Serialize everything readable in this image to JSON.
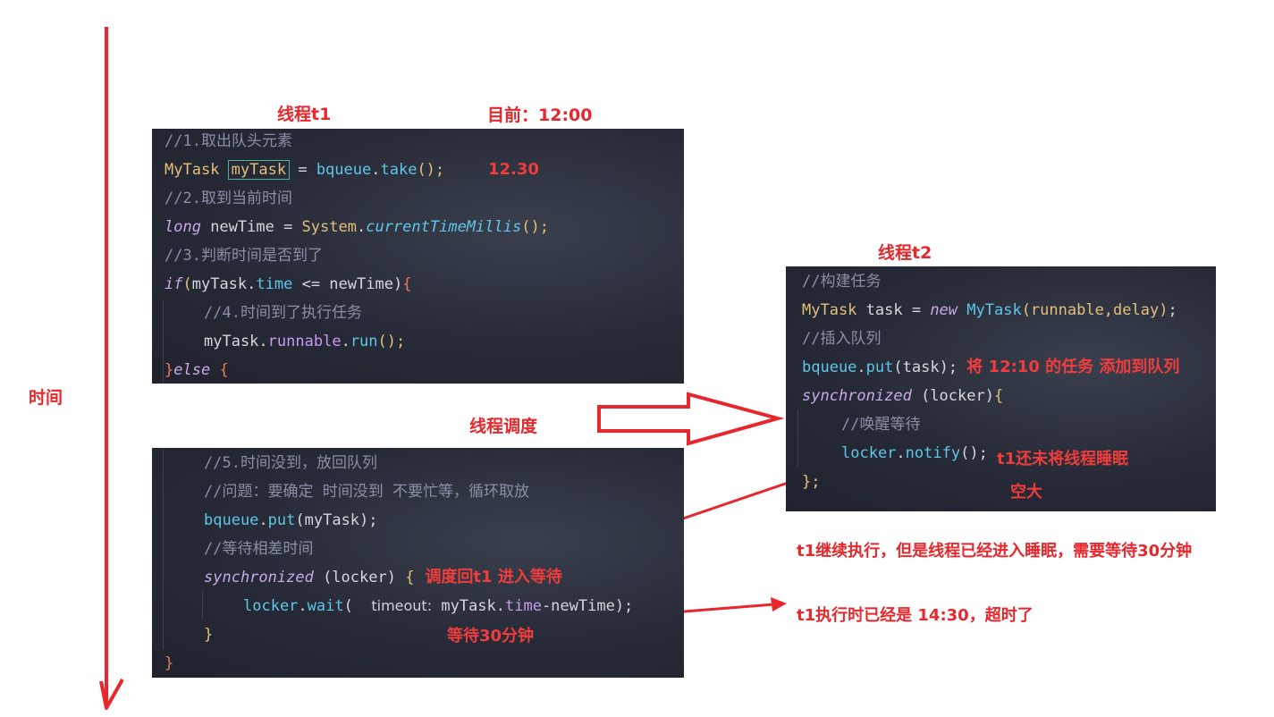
{
  "labels": {
    "thread_t1": "线程t1",
    "now": "目前：12:00",
    "t1_time": "12.30",
    "thread_t2": "线程t2",
    "axis_time": "时间",
    "schedule": "线程调度",
    "back_to_t1": "调度回t1 进入等待",
    "wait30": "等待30分钟",
    "add_task": "将 12:10 的任务 添加到队列",
    "not_sleeping": "t1还未将线程睡眠",
    "empty": "空大",
    "t1_continue": "t1继续执行，但是线程已经进入睡眠，需要等待30分钟",
    "t1_timeout": "t1执行时已经是 14:30，超时了"
  },
  "code_t1_top": {
    "c1": "//1.取出队头元素",
    "l2_type": "MyTask",
    "l2_var": "myTask",
    "l2_eq": " = ",
    "l2_obj": "bqueue",
    "l2_dot": ".",
    "l2_fn": "take",
    "l2_end": "();",
    "c3": "//2.取到当前时间",
    "l4_kw": "long",
    "l4_var": " newTime = ",
    "l4_cls": "System",
    "l4_dot": ".",
    "l4_fn": "currentTimeMillis",
    "l4_end": "();",
    "c5": "//3.判断时间是否到了",
    "l6_kw": "if",
    "l6_open": "(",
    "l6_obj": "myTask",
    "l6_dot": ".",
    "l6_field": "time",
    "l6_mid": " <= newTime)",
    "l6_brace": "{",
    "c7": "//4.时间到了执行任务",
    "l8_obj": "myTask",
    "l8_dot": ".",
    "l8_field": "runnable",
    "l8_dot2": ".",
    "l8_fn": "run",
    "l8_end": "();",
    "l9_brace": "}",
    "l9_kw": "else",
    "l9_brace2": " {"
  },
  "code_t1_bottom": {
    "c1": "//5.时间没到，放回队列",
    "c2": "//问题：要确定 时间没到 不要忙等，循环取放",
    "l3_obj": "bqueue",
    "l3_dot": ".",
    "l3_fn": "put",
    "l3_rest": "(myTask);",
    "c4": "//等待相差时间",
    "l5_kw": "synchronized",
    "l5_rest": " (locker) ",
    "l5_brace": "{",
    "l6_obj": "locker",
    "l6_dot": ".",
    "l6_fn": "wait",
    "l6_open": "(  ",
    "l6_hint": "timeout:",
    "l6_arg": " myTask.",
    "l6_field": "time",
    "l6_end": "-newTime);",
    "l7": "}",
    "l8": "}"
  },
  "code_t2": {
    "c1": "//构建任务",
    "l2_type": "MyTask",
    "l2_var": " task = ",
    "l2_kw": "new",
    "l2_cls": " MyTask",
    "l2_args": "(runnable,delay)",
    "l2_end": ";",
    "c3": "//插入队列",
    "l4_obj": "bqueue",
    "l4_dot": ".",
    "l4_fn": "put",
    "l4_rest": "(task); ",
    "l5_kw": "synchronized",
    "l5_rest": " (locker)",
    "l5_brace": "{",
    "c6": "//唤醒等待",
    "l7_obj": "locker",
    "l7_dot": ".",
    "l7_fn": "notify",
    "l7_end": "(); ",
    "l8": "};"
  },
  "colors": {
    "accent_red": "#e8272c",
    "code_bg": "#262a36"
  }
}
